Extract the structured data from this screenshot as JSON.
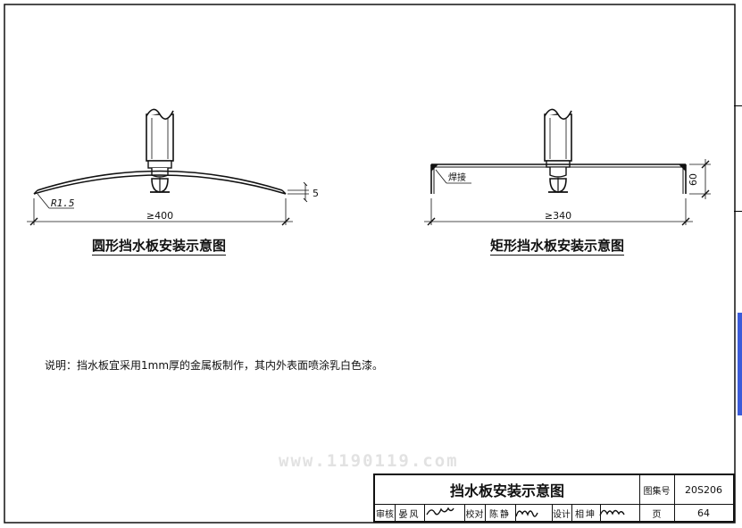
{
  "figures": {
    "round": {
      "title": "圆形挡水板安装示意图",
      "dim_width": "≥400",
      "dim_thickness": "5",
      "radius_label": "R1.5"
    },
    "rect": {
      "title": "矩形挡水板安装示意图",
      "dim_width": "≥340",
      "dim_height": "60",
      "weld_label": "焊接"
    }
  },
  "note": "说明：挡水板宜采用1mm厚的金属板制作，其内外表面喷涂乳白色漆。",
  "watermark": "www.1190119.com",
  "title_block": {
    "title": "挡水板安装示意图",
    "atlas_label": "图集号",
    "atlas_no": "20S206",
    "review_label": "审核",
    "reviewer": "晏风",
    "check_label": "校对",
    "checker": "陈静",
    "design_label": "设计",
    "designer": "相坤",
    "page_label": "页",
    "page_no": "64"
  },
  "colors": {
    "line": "#111111",
    "accent_bar": "#3b5bd9",
    "watermark": "#e2e2e2"
  }
}
